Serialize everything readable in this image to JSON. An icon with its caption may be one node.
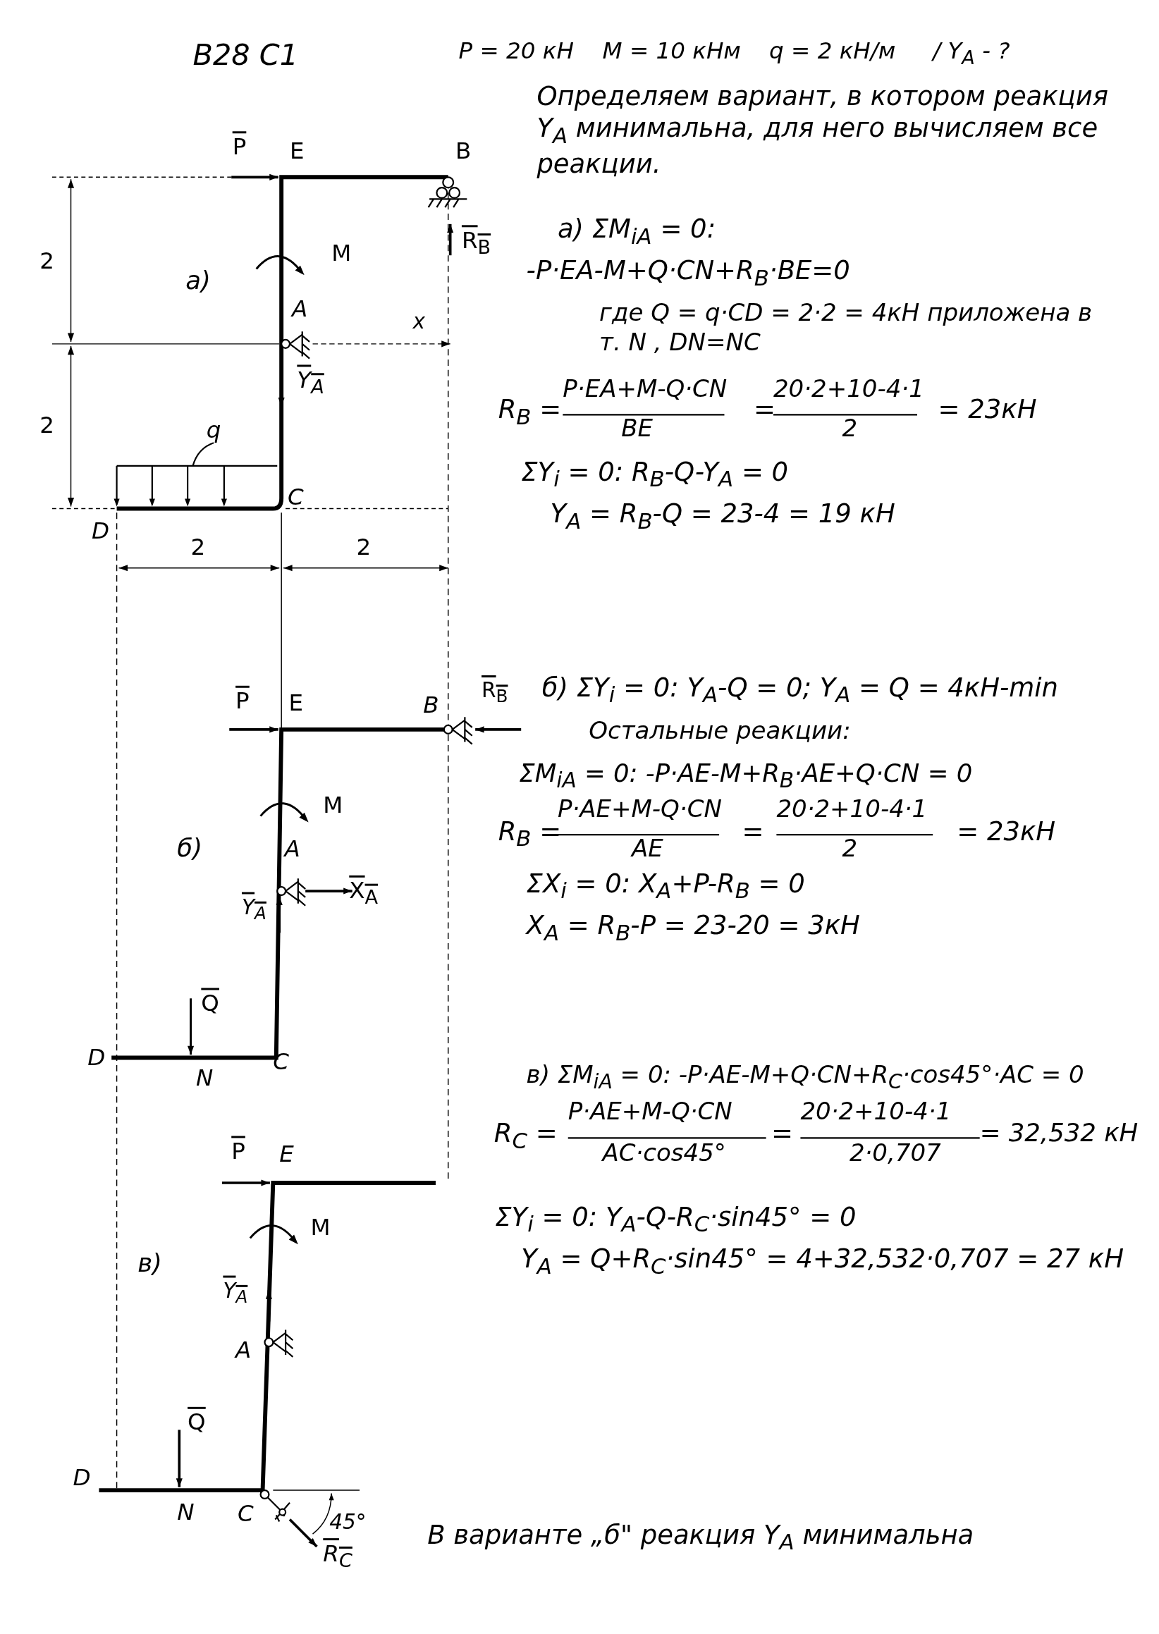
{
  "diagram": {
    "title": "В28 С1",
    "labels": [
      "P = 20 кН",
      "M = 10 кНм",
      "q = 2 кН/м",
      "/ Y$_{A}$ - ?",
      "Определяем вариант, в котором реакция Y$_{A}$ минимальна, для него вычисляем все реакции.",
      "а) ΣM$_{iA}$ = 0:",
      "-P·EA-M+Q·CN+R$_{B}$·BE=0",
      "где Q = q·CD = 2·2 = 4кН приложена в т. N , DN=NC",
      "R$_{B}$ =",
      "P·EA+M-Q·CN",
      "BE",
      "=",
      "20·2+10-4·1",
      "2",
      "= 23кН",
      "ΣY$_{i}$ = 0: R$_{B}$-Q-Y$_{A}$ = 0",
      "Y$_{A}$ = R$_{B}$-Q = 23-4 = 19 кН",
      "б) ΣY$_{i}$ = 0: Y$_{A}$-Q = 0; Y$_{A}$ = Q = 4кН-min",
      "Остальные реакции:",
      "ΣM$_{iA}$ = 0: -P·AE-M+R$_{B}$·AE+Q·CN = 0",
      "R$_{B}$ =",
      "P·AE+M-Q·CN",
      "AE",
      "=",
      "20·2+10-4·1",
      "2",
      "= 23кН",
      "ΣX$_{i}$ = 0: X$_{A}$+P-R$_{B}$ = 0",
      "X$_{A}$ = R$_{B}$-P = 23-20 = 3кН",
      "в) ΣM$_{iA}$ = 0: -P·AE-M+Q·CN+R$_{C}$·cos45°·AC = 0",
      "R$_{C}$ =",
      "P·AE+M-Q·CN",
      "AC·cos45°",
      "=",
      "20·2+10-4·1",
      "2·0,707",
      "= 32,532 кН",
      "ΣY$_{i}$ = 0: Y$_{A}$-Q-R$_{C}$·sin45° = 0",
      "Y$_{A}$ = Q+R$_{C}$·sin45° = 4+32,532·0,707 = 27 кН",
      "В варианте „б\" реакция Y$_{A}$ минимальна",
      "P",
      "E",
      "B",
      "R$_{B}$",
      "2",
      "M",
      "а)",
      "A",
      "x",
      "Y$_{A}$",
      "2",
      "q",
      "C",
      "D",
      "2",
      "2",
      "P",
      "E",
      "B",
      "R$_{B}$",
      "M",
      "б)",
      "A",
      "X$_{A}$",
      "Y$_{A}$",
      "Q",
      "D",
      "N",
      "C",
      "P",
      "E",
      "M",
      "в)",
      "Y$_{A}$",
      "A",
      "Q",
      "D",
      "N",
      "C",
      "45°",
      "R$_{C}$"
    ]
  }
}
